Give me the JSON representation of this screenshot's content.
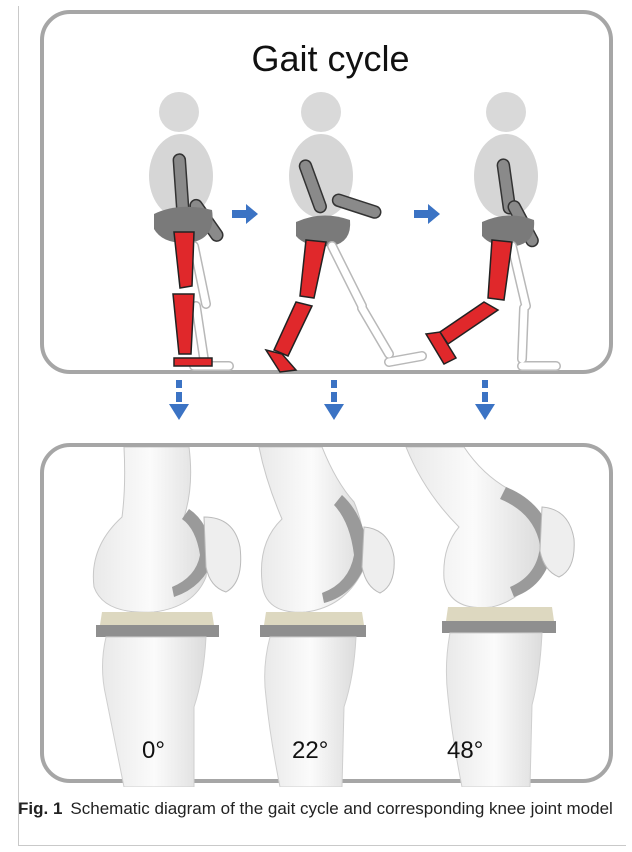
{
  "figure": {
    "top_panel_title": "Gait cycle",
    "angles": [
      "0°",
      "22°",
      "48°"
    ],
    "caption_label": "Fig. 1",
    "caption_text": "Schematic diagram of the gait cycle and corresponding knee joint model"
  },
  "colors": {
    "panel_border": "#a6a6a6",
    "arrow_blue": "#3b73c4",
    "leg_red": "#e0282b",
    "body_gray": "#d6d6d6",
    "arm_gray": "#8a8a8a",
    "pelvis_gray": "#7a7a7a",
    "bone_white": "#f1f1f1",
    "implant_gray": "#9a9a9a"
  }
}
